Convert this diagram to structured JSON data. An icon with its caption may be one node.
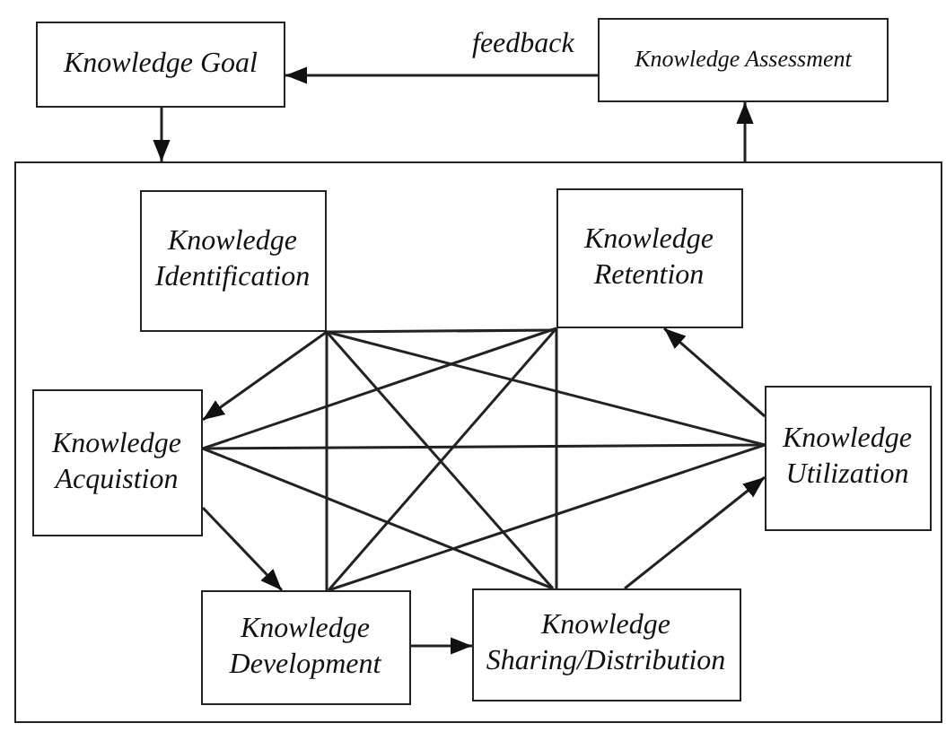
{
  "diagram": {
    "nodes": [
      {
        "text": [
          "Knowledge Goal"
        ]
      },
      {
        "text": [
          "Knowledge Assessment"
        ]
      },
      {
        "text": [],
        "shape": "box"
      },
      {
        "text": [
          "Knowledge Identification"
        ],
        "in": 2
      },
      {
        "text": [
          "Knowledge Retention"
        ],
        "in": 2
      },
      {
        "text": [
          "Knowledge Acquistion"
        ],
        "in": 2
      },
      {
        "text": [
          "Knowledge Utilization"
        ],
        "in": 2
      },
      {
        "text": [
          "Knowledge Development"
        ],
        "in": 2
      },
      {
        "text": [
          "Knowledge Sharing/Distribution"
        ],
        "in": 2
      }
    ],
    "edges": [
      {
        "from": 1,
        "to": 0,
        "arrow": "to",
        "label": "feedback"
      },
      {
        "from": 0,
        "to": 2,
        "arrow": "to"
      },
      {
        "from": 2,
        "to": 1,
        "arrow": "to"
      },
      {
        "from": 3,
        "to": 5,
        "arrow": "to"
      },
      {
        "from": 3,
        "to": 4,
        "arrow": "none"
      },
      {
        "from": 3,
        "to": 7,
        "arrow": "none"
      },
      {
        "from": 3,
        "to": 6,
        "arrow": "none"
      },
      {
        "from": 3,
        "to": 8,
        "arrow": "none"
      },
      {
        "from": 4,
        "to": 5,
        "arrow": "none"
      },
      {
        "from": 4,
        "to": 7,
        "arrow": "none"
      },
      {
        "from": 4,
        "to": 8,
        "arrow": "none"
      },
      {
        "from": 6,
        "to": 4,
        "arrow": "to"
      },
      {
        "from": 5,
        "to": 6,
        "arrow": "none"
      },
      {
        "from": 5,
        "to": 8,
        "arrow": "none"
      },
      {
        "from": 5,
        "to": 7,
        "arrow": "to"
      },
      {
        "from": 7,
        "to": 6,
        "arrow": "none"
      },
      {
        "from": 7,
        "to": 8,
        "arrow": "to"
      },
      {
        "from": 8,
        "to": 6,
        "arrow": "to"
      }
    ]
  }
}
